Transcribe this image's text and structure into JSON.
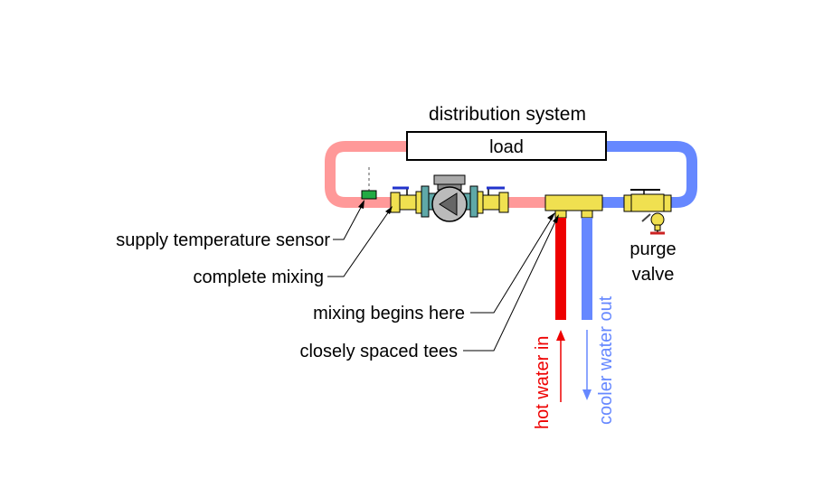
{
  "title": "distribution system",
  "load_label": "load",
  "labels": {
    "sensor": "supply temperature sensor",
    "complete_mixing": "complete mixing",
    "mixing_begins": "mixing begins here",
    "tees": "closely spaced tees",
    "purge_line1": "purge",
    "purge_line2": "valve",
    "hot_water": "hot water in",
    "cooler_water": "cooler water out"
  },
  "colors": {
    "hot_pipe": "#ff9999",
    "cool_pipe": "#6688ff",
    "hot_water": "#ee0000",
    "cooler_water": "#6688ff",
    "fitting_yellow": "#f0e050",
    "sensor_green": "#22aa44",
    "pump_teal": "#5fa8a8"
  }
}
